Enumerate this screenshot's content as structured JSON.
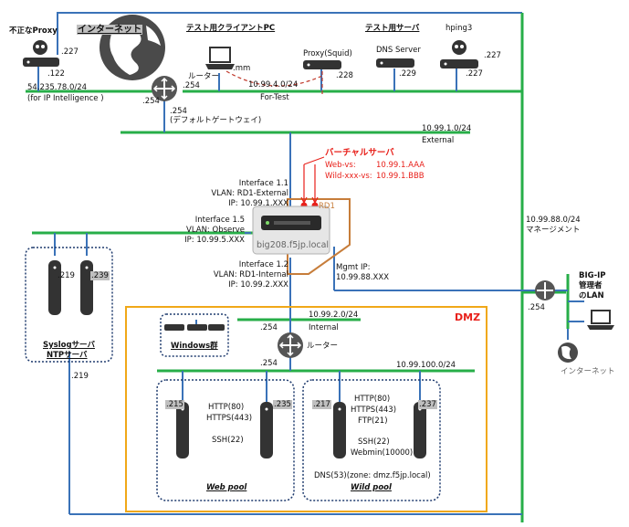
{
  "nodes": {
    "rogue_proxy": {
      "label": "不正なProxy",
      "ip_top": ".227",
      "ip_bottom": ".122"
    },
    "internet_top": {
      "label": "インターネット"
    },
    "router_top": {
      "label": "ルーター",
      "ip_right": ".254",
      "ip_left": ".254"
    },
    "test_client": {
      "label": "テスト用クライアントPC",
      "ip": ".mm"
    },
    "proxy_squid": {
      "label": "Proxy(Squid)",
      "ip": ".228"
    },
    "test_server": {
      "label": "テスト用サーバ"
    },
    "dns_server": {
      "label": "DNS Server",
      "ip": ".229"
    },
    "hping3": {
      "label": "hping3",
      "ip_bottom": ".227",
      "ip_right": ".227"
    },
    "default_gw": {
      "ip": ".254",
      "label": "(デフォルトゲートウェイ)"
    },
    "bigip": {
      "hostname": "big208.f5jp.local",
      "rd1": "RD1",
      "if_external": [
        "Interface 1.1",
        "VLAN: RD1-External",
        "IP: 10.99.1.XXX"
      ],
      "if_observe": [
        "Interface 1.5",
        "VLAN: Observe",
        "IP: 10.99.5.XXX"
      ],
      "if_internal": [
        "Interface 1.2",
        "VLAN: RD1-Internal",
        "IP: 10.99.2.XXX"
      ],
      "mgmt": [
        "Mgmt IP:",
        "10.99.88.XXX"
      ]
    },
    "virtual_servers": {
      "title": "バーチャルサーバ",
      "rows": [
        {
          "name": "Web-vs:",
          "ip": "10.99.1.AAA"
        },
        {
          "name": "Wild-xxx-vs:",
          "ip": "10.99.1.BBB"
        }
      ]
    },
    "syslog": {
      "label1": "Syslogサーバ",
      "label2": "NTPサーバ",
      "ip1": ".219",
      "ip2": ".239",
      "ip_bottom": ".219"
    },
    "dmz": {
      "label": "DMZ"
    },
    "windows": {
      "label": "Windows群"
    },
    "router_dmz": {
      "label": "ルーター",
      "ip_top": ".254",
      "ip_bottom": ".254"
    },
    "web_pool": {
      "label": "Web pool",
      "ip_left": ".215",
      "ip_right": ".235",
      "services": [
        "HTTP(80)",
        "HTTPS(443)",
        "",
        "SSH(22)"
      ]
    },
    "wild_pool": {
      "label": "Wild pool",
      "ip_left": ".217",
      "ip_right": ".237",
      "services": [
        "HTTP(80)",
        "HTTPS(443)",
        "FTP(21)",
        "",
        "SSH(22)",
        "Webmin(10000)"
      ],
      "dns": "DNS(53)(zone: dmz.f5jp.local)"
    },
    "mgmt_router": {
      "ip": ".254"
    },
    "bigip_admin": {
      "line1": "BIG-IP",
      "line2": "管理者",
      "line3": "のLAN"
    },
    "internet_small": {
      "label": "インターネット"
    }
  },
  "networks": {
    "public": {
      "cidr": "54.235.78.0/24",
      "note": "(for IP Intelligence )"
    },
    "fortest": {
      "cidr": "10.99.4.0/24",
      "label": "For-Test"
    },
    "external": {
      "cidr": "10.99.1.0/24",
      "label": "External"
    },
    "internal": {
      "cidr": "10.99.2.0/24",
      "label": "Internal"
    },
    "wild": {
      "cidr": "10.99.100.0/24"
    },
    "mgmt": {
      "cidr": "10.99.88.0/24",
      "label": "マネージメント"
    }
  },
  "colors": {
    "net": "#27ae48",
    "link": "#3a72b8",
    "dmz": "#f0a818",
    "rd": "#c77d3a",
    "vs": "#e8201a",
    "dash": "#1f3b6e"
  }
}
